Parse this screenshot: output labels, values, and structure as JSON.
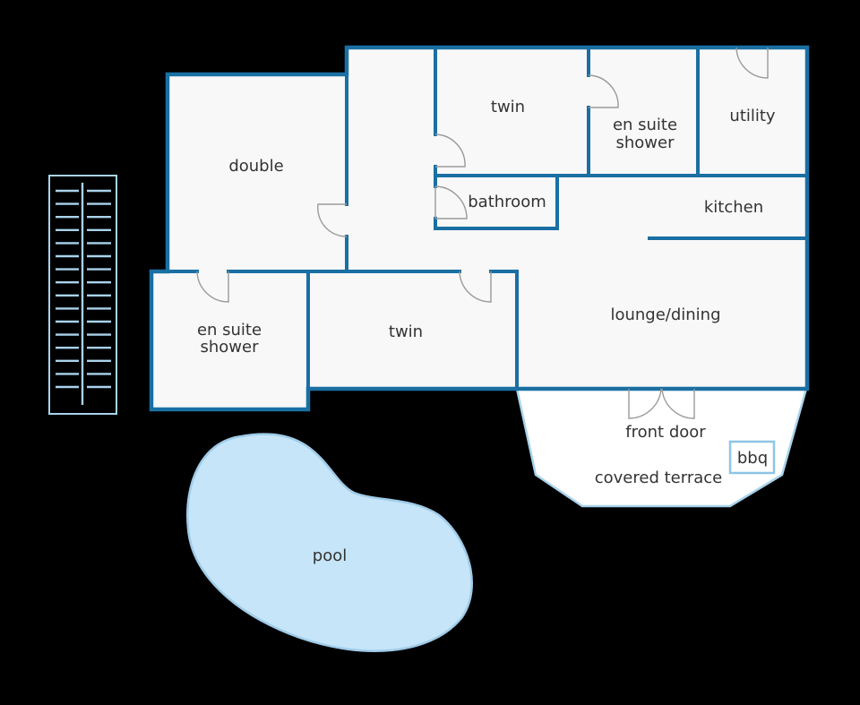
{
  "rooms": {
    "double": "double",
    "twin_top": "twin",
    "en_suite_top_line1": "en suite",
    "en_suite_top_line2": "shower",
    "utility": "utility",
    "bathroom": "bathroom",
    "kitchen": "kitchen",
    "en_suite_left_line1": "en suite",
    "en_suite_left_line2": "shower",
    "twin_bottom": "twin",
    "lounge_dining": "lounge/dining"
  },
  "outdoor": {
    "front_door": "front door",
    "covered_terrace": "covered terrace",
    "bbq": "bbq",
    "pool": "pool"
  },
  "colors": {
    "wall": "#1a6fa3",
    "floor": "#f8f8f8",
    "pool": "#c6e5f8",
    "outline_light": "#a9d3ec",
    "background": "#000000"
  }
}
